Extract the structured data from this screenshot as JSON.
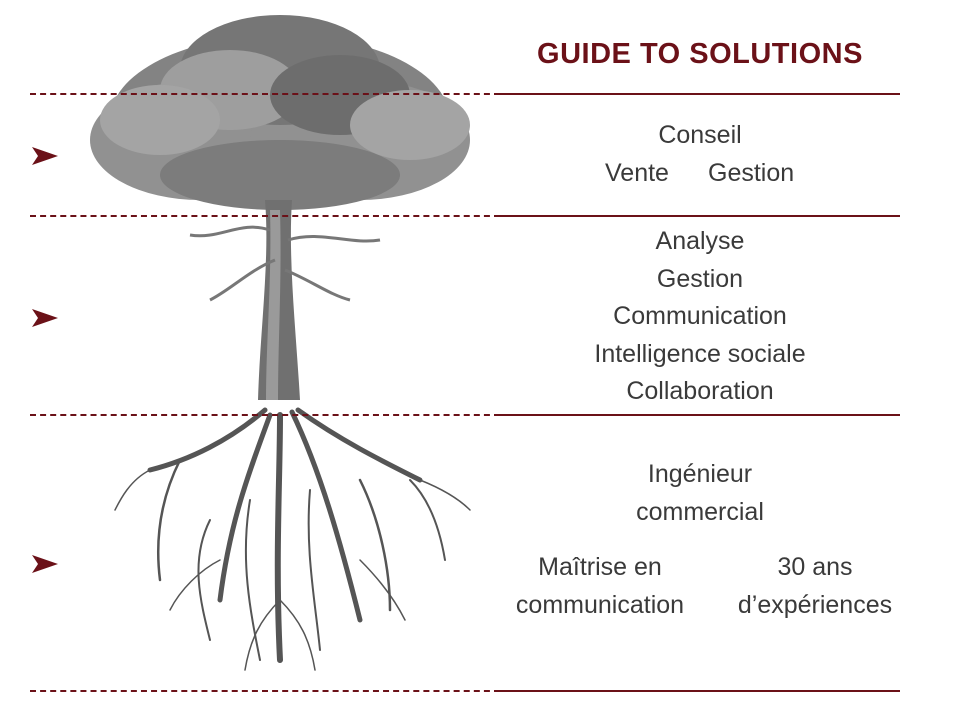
{
  "title": "GUIDE TO SOLUTIONS",
  "colors": {
    "accent": "#6b1118",
    "text": "#3a3a3a",
    "tree": "#6e6e6e",
    "foliage": "#8a8a8a"
  },
  "sections": [
    {
      "id": "top",
      "lines": [
        "Conseil"
      ],
      "row2": [
        "Vente",
        "Gestion"
      ]
    },
    {
      "id": "middle",
      "lines": [
        "Analyse",
        "Gestion",
        "Communication",
        "Intelligence sociale",
        "Collaboration"
      ]
    },
    {
      "id": "bottom",
      "lines": [
        "Ingénieur",
        "commercial"
      ],
      "left": [
        "Maîtrise en",
        "communication"
      ],
      "right": [
        "30 ans",
        "d’expériences"
      ]
    }
  ],
  "icons": [
    "arrow-icon",
    "tree-illustration"
  ]
}
